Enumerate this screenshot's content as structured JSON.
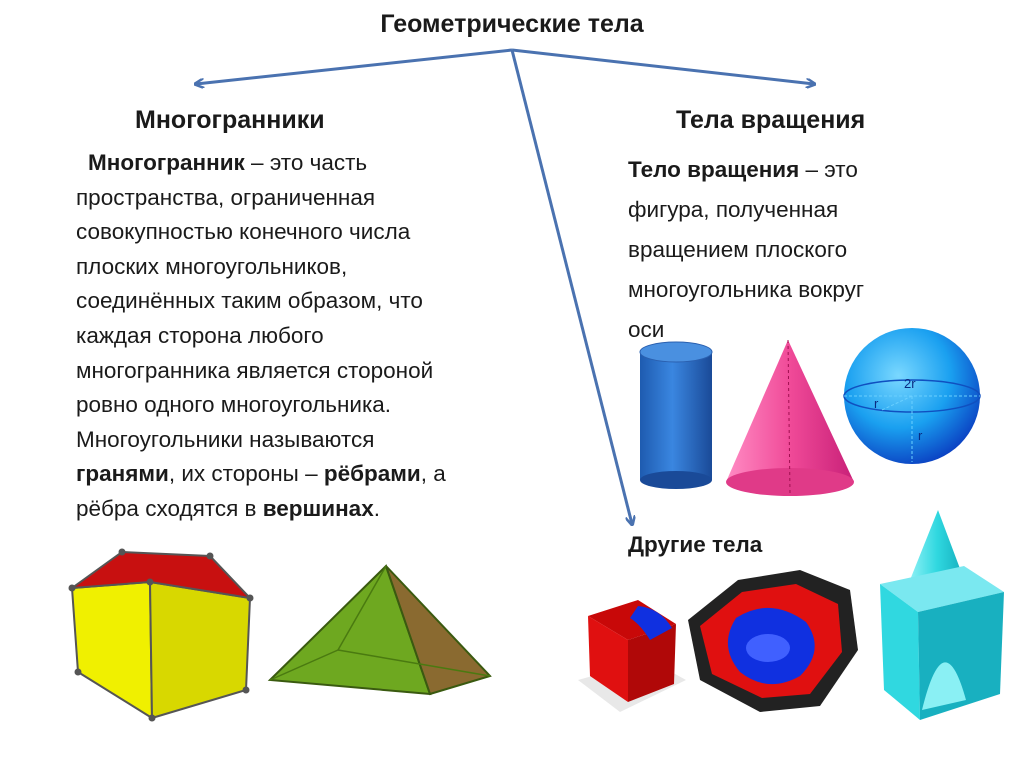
{
  "title": "Геометрические тела",
  "polyhedra": {
    "heading": "Многогранники",
    "text": {
      "term": "Многогранник",
      "l1_rest": " – это часть",
      "l2": "пространства, ограниченная",
      "l3": "совокупностью конечного числа",
      "l4": "плоских многоугольников,",
      "l5": "соединённых таким образом, что",
      "l6": "каждая сторона любого",
      "l7": "многогранника является стороной",
      "l8": "ровно одного многоугольника.",
      "l9": "Многоугольники называются",
      "faces_term": "гранями",
      "l10_mid": ", их стороны – ",
      "edges_term": "рёбрами",
      "l10_end": ", а",
      "l11_start": "рёбра сходятся в ",
      "vertices_term": "вершинах",
      "l11_end": "."
    }
  },
  "rotation": {
    "heading": "Тела вращения",
    "text": {
      "term": "Тело вращения",
      "l1_rest": " – это",
      "l2": "фигура, полученная",
      "l3": "вращением плоского",
      "l4": "многоугольника вокруг",
      "l5": "оси"
    },
    "sphere_labels": {
      "diameter": "2r",
      "radius_h": "r",
      "radius_v": "r"
    }
  },
  "other": {
    "heading": "Другие тела"
  },
  "colors": {
    "arrow": "#4a72b0",
    "prism_top": "#c81010",
    "prism_front": "#e8e800",
    "pyramid": "#6ea820",
    "cylinder": "#2f6fc8",
    "cone": "#f060a0",
    "sphere": "#1aa0f0",
    "solid_red": "#e01010",
    "solid_blue": "#1030e0",
    "cyan_solid": "#30d8e0"
  }
}
